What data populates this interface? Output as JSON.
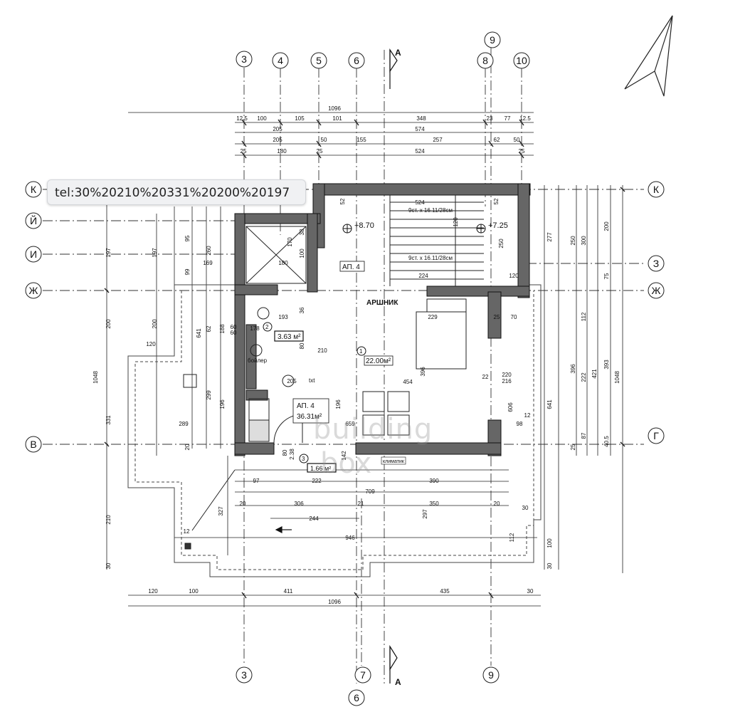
{
  "tooltip": {
    "text": "tel:30%20210%20331%20200%20197"
  },
  "grid": {
    "top_bubbles": [
      "3",
      "4",
      "5",
      "6",
      "8",
      "10",
      "9"
    ],
    "bottom_bubbles": [
      "3",
      "7",
      "9",
      "6"
    ],
    "left_bubbles": [
      "К",
      "Й",
      "И",
      "Ж",
      "В"
    ],
    "right_bubbles": [
      "К",
      "З",
      "Ж",
      "Г"
    ]
  },
  "section_marker": "А",
  "dimensions": {
    "top_overall": "1096",
    "top_row1": [
      "12.5",
      "100",
      "105",
      "101",
      "348",
      "23",
      "77",
      "12.5"
    ],
    "top_row2": [
      "205",
      "574"
    ],
    "top_row3": [
      "205",
      "50",
      "155",
      "257",
      "62",
      "50"
    ],
    "top_row4": [
      "25",
      "180",
      "25",
      "524",
      "25"
    ],
    "bottom_row1": [
      "120",
      "100",
      "411",
      "435",
      "30"
    ],
    "bottom_overall": "1096",
    "left_outer": [
      "1048"
    ],
    "left_col1": [
      "197",
      "200",
      "331",
      "210",
      "30"
    ],
    "left_col2": [
      "197",
      "200",
      "120",
      "289"
    ],
    "left_inner": [
      "95",
      "260",
      "99",
      "641",
      "62",
      "188",
      "299",
      "196",
      "20",
      "327"
    ],
    "right_inner": [
      "277",
      "641",
      "1048",
      "100",
      "30"
    ],
    "right_cols": [
      "250",
      "300",
      "200",
      "75",
      "112",
      "396",
      "222",
      "421",
      "393",
      "87",
      "40.5",
      "25"
    ],
    "interior": [
      "524",
      "9ст. х 16.11/28см",
      "9ст. х 16.11/28см",
      "180",
      "224",
      "120",
      "120",
      "250",
      "52",
      "52",
      "193",
      "178",
      "60",
      "60",
      "36",
      "80",
      "210",
      "205",
      "454",
      "396",
      "22",
      "220",
      "216",
      "606",
      "12",
      "98",
      "659",
      "196",
      "97",
      "222",
      "390",
      "709",
      "306",
      "350",
      "244",
      "946",
      "297",
      "112",
      "12",
      "20",
      "21",
      "20",
      "70",
      "229",
      "25",
      "30",
      "169",
      "170",
      "100",
      "38",
      "80",
      "2.38",
      "142"
    ]
  },
  "levels": {
    "upper_left": "+8.70",
    "upper_right": "+7.25"
  },
  "rooms": {
    "ap_label": "АП. 4",
    "room1_num": "1",
    "room1_area": "22.00м²",
    "room2_num": "2",
    "room2_area": "3.63 м²",
    "room3_num": "3",
    "room3_area": "1.66 м²",
    "apt_name": "АП. 4",
    "apt_area": "36.31м²",
    "attic": "АРШНИК",
    "boiler": "бойлер",
    "txt": "txt",
    "climate": "климатик"
  },
  "watermark": {
    "line1": "building",
    "line2": "box"
  }
}
